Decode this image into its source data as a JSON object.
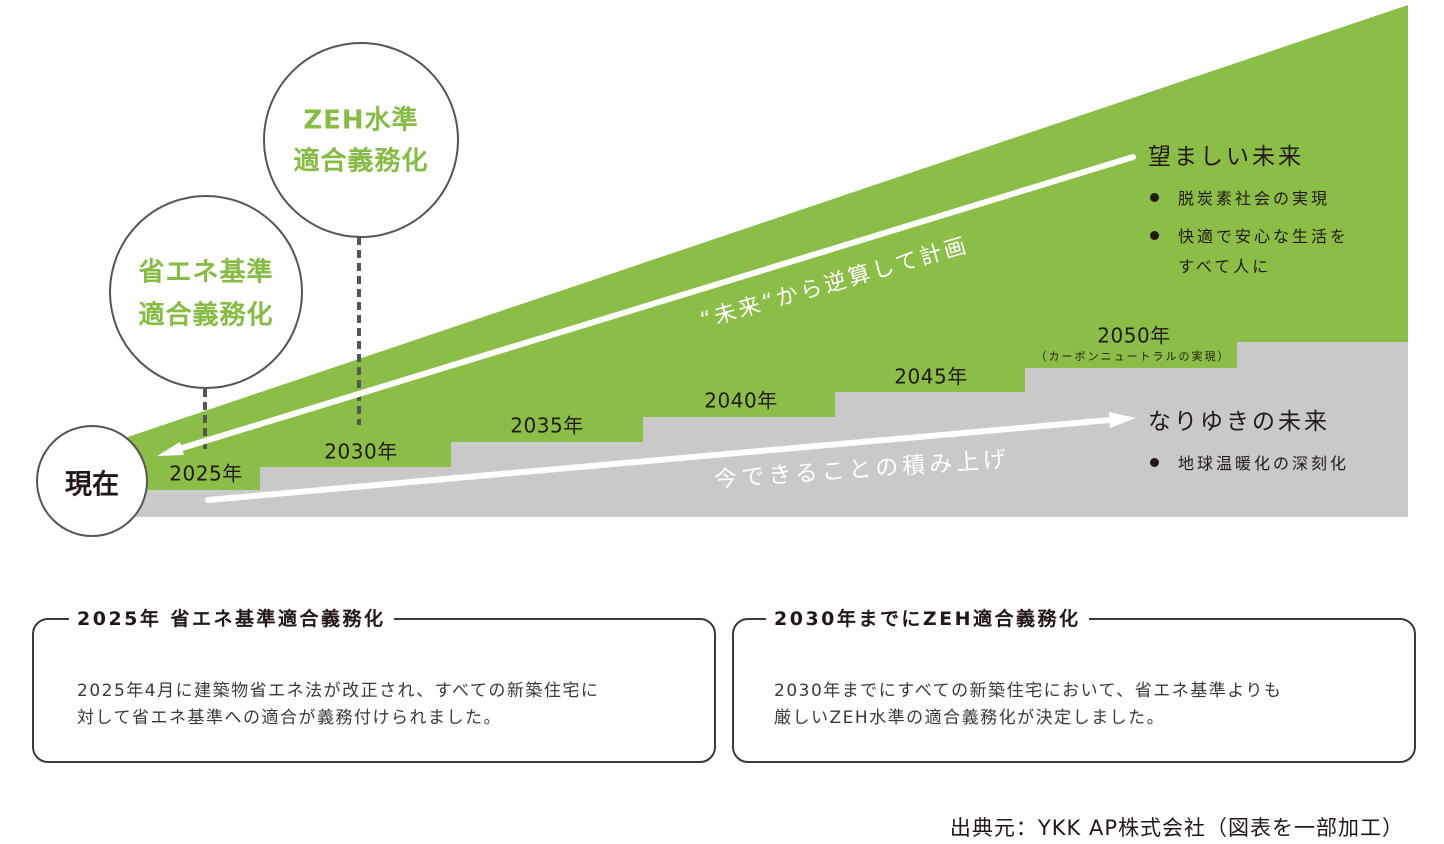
{
  "colors": {
    "green": "#8bbe46",
    "gray": "#c9c9c9",
    "label_green": "#86bc42",
    "text_dark": "#231815",
    "circle_stroke": "#555555"
  },
  "current": {
    "label": "現在"
  },
  "milestones": [
    {
      "line1": "省エネ基準",
      "line2": "適合義務化"
    },
    {
      "line1": "ZEH水準",
      "line2": "適合義務化"
    }
  ],
  "steps": [
    {
      "year": "2025年"
    },
    {
      "year": "2030年"
    },
    {
      "year": "2035年"
    },
    {
      "year": "2040年"
    },
    {
      "year": "2045年"
    },
    {
      "year": "2050年",
      "note": "（カーボンニュートラルの実現）"
    }
  ],
  "arrows": {
    "backcast": "“未来“から逆算して計画",
    "forward": "今できることの積み上げ"
  },
  "desired_future": {
    "title": "望ましい未来",
    "bullets": [
      {
        "lines": [
          "脱炭素社会の実現"
        ]
      },
      {
        "lines": [
          "快適で安心な生活を",
          "すべて人に"
        ]
      }
    ]
  },
  "default_future": {
    "title": "なりゆきの未来",
    "bullets": [
      {
        "lines": [
          "地球温暖化の深刻化"
        ]
      }
    ]
  },
  "boxes": [
    {
      "title": "2025年 省エネ基準適合義務化",
      "lines": [
        "2025年4月に建築物省エネ法が改正され、すべての新築住宅に",
        "対して省エネ基準への適合が義務付けられました。"
      ]
    },
    {
      "title": "2030年までにZEH適合義務化",
      "lines": [
        "2030年までにすべての新築住宅において、省エネ基準よりも",
        "厳しいZEH水準の適合義務化が決定しました。"
      ]
    }
  ],
  "source": "出典元：YKK AP株式会社（図表を一部加工）"
}
